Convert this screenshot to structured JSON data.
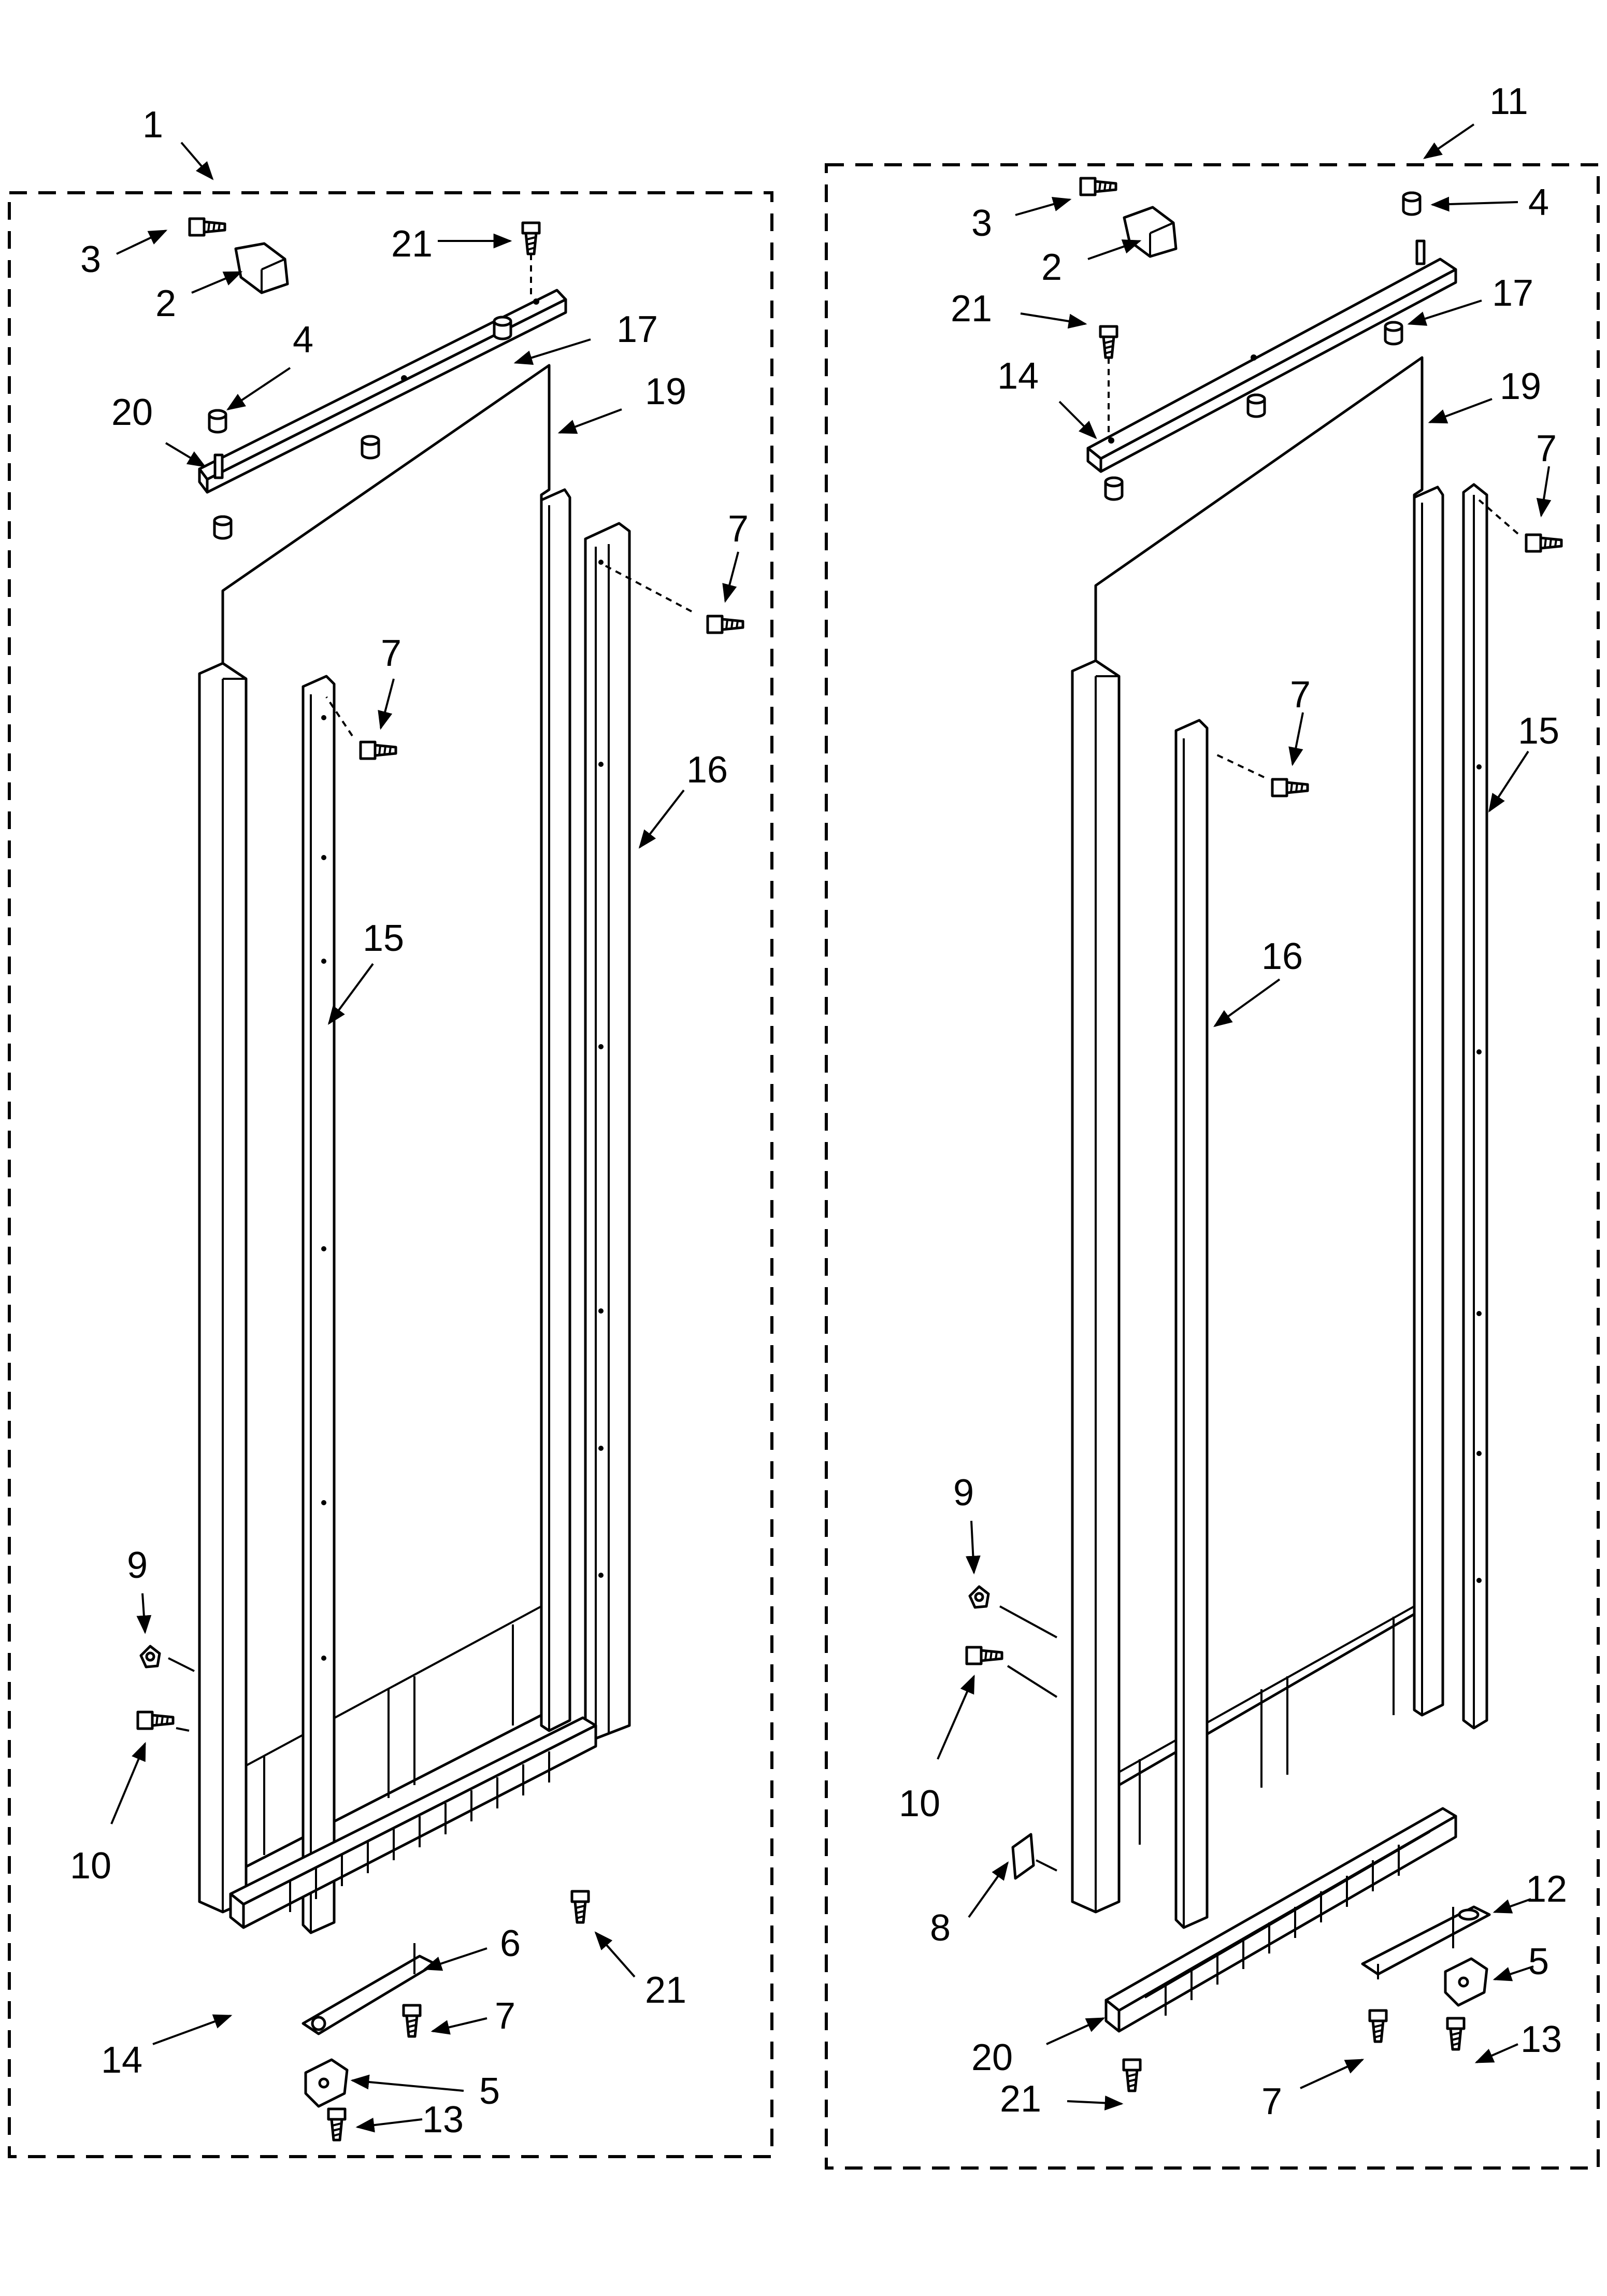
{
  "assemblies": [
    {
      "name": "left",
      "callout": "1"
    },
    {
      "name": "right",
      "callout": "11"
    }
  ],
  "left_labels": {
    "l1": "1",
    "l2": "2",
    "l3": "3",
    "l4": "4",
    "l5": "5",
    "l6": "6",
    "l7a": "7",
    "l7b": "7",
    "l7c": "7",
    "l9": "9",
    "l10": "10",
    "l13": "13",
    "l14": "14",
    "l15": "15",
    "l16": "16",
    "l17": "17",
    "l19": "19",
    "l20": "20",
    "l21a": "21",
    "l21b": "21"
  },
  "right_labels": {
    "r11": "11",
    "r2": "2",
    "r3": "3",
    "r4": "4",
    "r5": "5",
    "r7a": "7",
    "r7b": "7",
    "r7c": "7",
    "r8": "8",
    "r9": "9",
    "r10": "10",
    "r12": "12",
    "r13": "13",
    "r14": "14",
    "r15": "15",
    "r16": "16",
    "r17": "17",
    "r19": "19",
    "r20": "20",
    "r21a": "21",
    "r21b": "21"
  }
}
